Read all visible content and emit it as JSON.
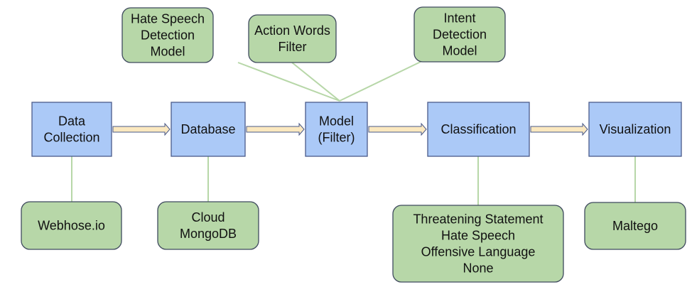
{
  "colors": {
    "process_fill": "#abc9f7",
    "process_stroke": "#4a5a8a",
    "tool_fill": "#b7d7a8",
    "tool_stroke": "#3f4a5e",
    "connector": "#b7d7a8",
    "arrow_fill": "#fbe8bf"
  },
  "nodes": {
    "data_collection": {
      "lines": [
        "Data",
        "Collection"
      ]
    },
    "database": {
      "lines": [
        "Database"
      ]
    },
    "model_filter": {
      "lines": [
        "Model",
        "(Filter)"
      ]
    },
    "classification": {
      "lines": [
        "Classification"
      ]
    },
    "visualization": {
      "lines": [
        "Visualization"
      ]
    },
    "hate_speech_model": {
      "lines": [
        "Hate Speech",
        "Detection",
        "Model"
      ]
    },
    "action_words_filter": {
      "lines": [
        "Action Words",
        "Filter"
      ]
    },
    "intent_detection_model": {
      "lines": [
        "Intent",
        "Detection",
        "Model"
      ]
    },
    "webhose": {
      "lines": [
        "Webhose.io"
      ]
    },
    "cloud_mongodb": {
      "lines": [
        "Cloud",
        "MongoDB"
      ]
    },
    "classes": {
      "lines": [
        "Threatening Statement",
        "Hate Speech",
        "Offensive Language",
        "None"
      ]
    },
    "maltego": {
      "lines": [
        "Maltego"
      ]
    }
  },
  "flow": [
    "data_collection",
    "database",
    "model_filter",
    "classification",
    "visualization"
  ]
}
